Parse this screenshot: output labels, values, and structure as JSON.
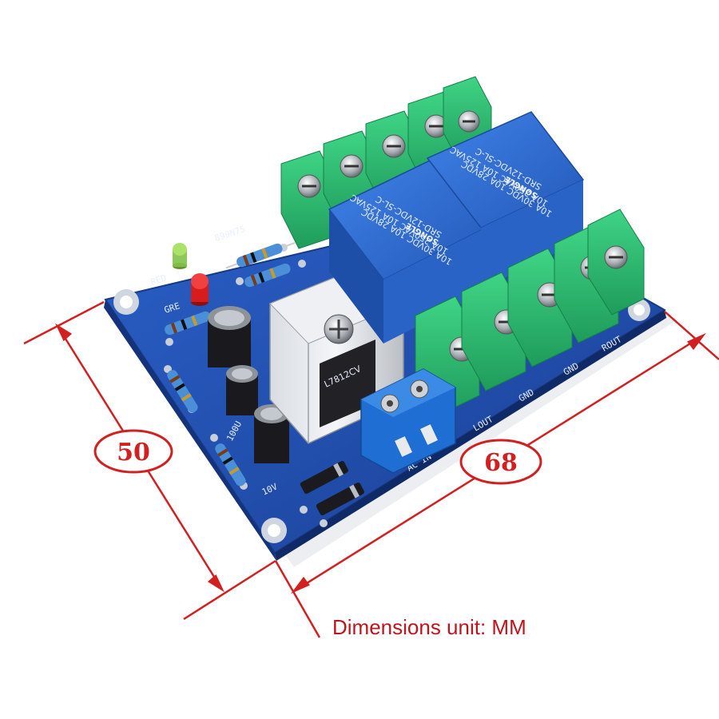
{
  "board": {
    "silkscreen": {
      "red_label": "RED",
      "green_label": "GRE",
      "resistor_code": "899N75",
      "cap_label_1": "100U",
      "cap_label_2": "10V",
      "ac_in_label": "AC IN",
      "lout_label": "LOUT",
      "gnd_label_1": "GND",
      "gnd_label_2": "GND",
      "rout_label": "ROUT"
    },
    "relays": [
      {
        "model": "SRD-12VDC-SL-C",
        "brand": "SONGLE",
        "rating_1": "10A 250VAC  10A 125VAC",
        "rating_2": "10A 30VDC  10A 28VDC"
      },
      {
        "model": "SRD-12VDC-SL-C",
        "brand": "SONGLE",
        "rating_1": "10A 250VAC  10A 125VAC",
        "rating_2": "10A 30VDC  10A 28VDC"
      }
    ],
    "regulator_label": "L7812CV"
  },
  "dimensions": {
    "height_value": "50",
    "width_value": "68",
    "caption": "Dimensions unit: MM"
  },
  "colors": {
    "pcb": "#1f4fb0",
    "relay": "#2f6fd6",
    "terminal": "#2cbf73",
    "dimension": "#d22020"
  }
}
